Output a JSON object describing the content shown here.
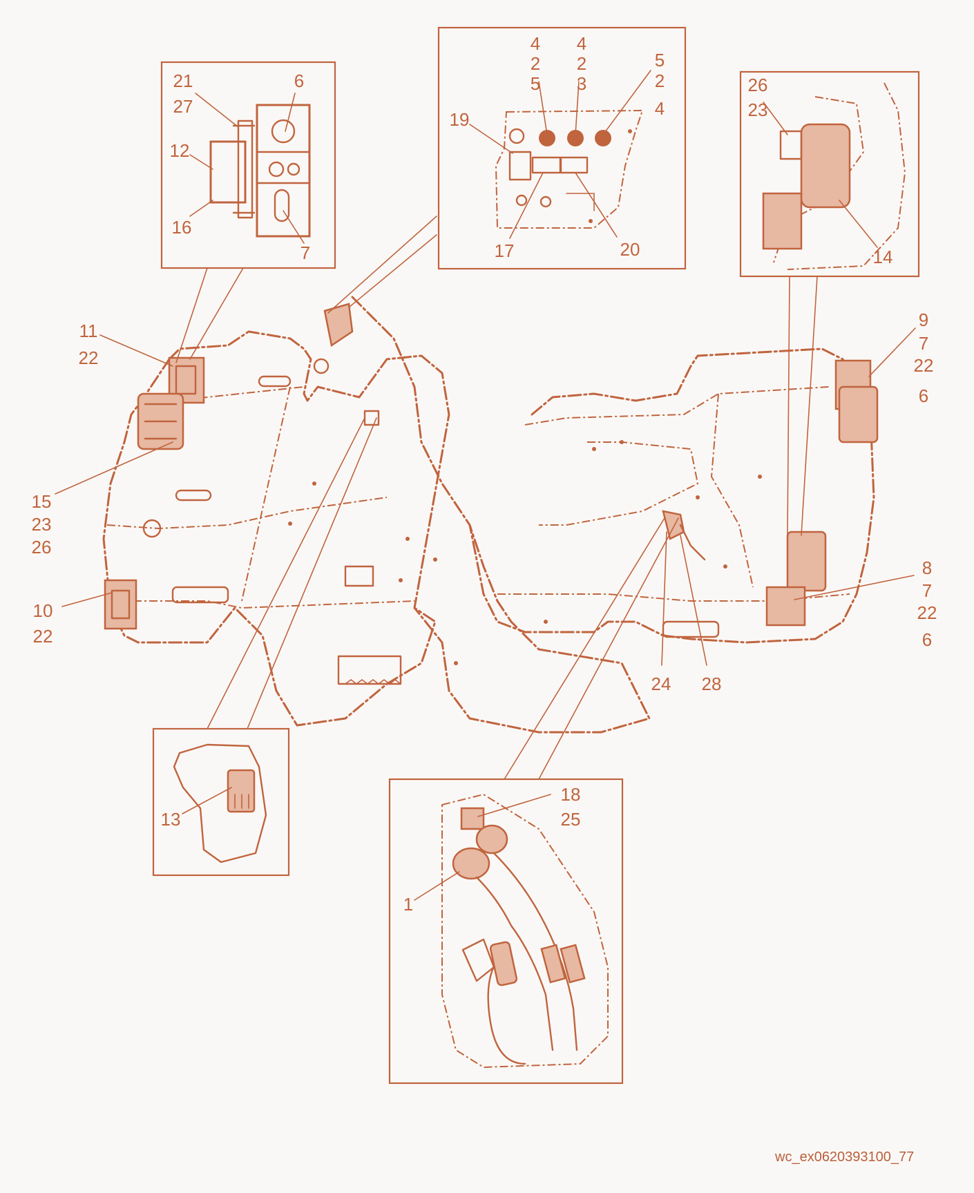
{
  "colors": {
    "line": "#c0643e",
    "background": "#faf8f6"
  },
  "diagram_code": "wc_ex0620393100_77",
  "callouts": [
    {
      "id": "c21",
      "text": "21"
    },
    {
      "id": "c27",
      "text": "27"
    },
    {
      "id": "c12",
      "text": "12"
    },
    {
      "id": "c16",
      "text": "16"
    },
    {
      "id": "c6a",
      "text": "6"
    },
    {
      "id": "c7a",
      "text": "7"
    },
    {
      "id": "c4a",
      "text": "4"
    },
    {
      "id": "c2a",
      "text": "2"
    },
    {
      "id": "c5a",
      "text": "5"
    },
    {
      "id": "c4b",
      "text": "4"
    },
    {
      "id": "c2b",
      "text": "2"
    },
    {
      "id": "c3a",
      "text": "3"
    },
    {
      "id": "c5b",
      "text": "5"
    },
    {
      "id": "c2c",
      "text": "2"
    },
    {
      "id": "c4c",
      "text": "4"
    },
    {
      "id": "c19",
      "text": "19"
    },
    {
      "id": "c17",
      "text": "17"
    },
    {
      "id": "c20",
      "text": "20"
    },
    {
      "id": "c26a",
      "text": "26"
    },
    {
      "id": "c23a",
      "text": "23"
    },
    {
      "id": "c14",
      "text": "14"
    },
    {
      "id": "c11",
      "text": "11"
    },
    {
      "id": "c22a",
      "text": "22"
    },
    {
      "id": "c9",
      "text": "9"
    },
    {
      "id": "c7b",
      "text": "7"
    },
    {
      "id": "c22b",
      "text": "22"
    },
    {
      "id": "c6b",
      "text": "6"
    },
    {
      "id": "c15",
      "text": "15"
    },
    {
      "id": "c23b",
      "text": "23"
    },
    {
      "id": "c26b",
      "text": "26"
    },
    {
      "id": "c10",
      "text": "10"
    },
    {
      "id": "c22c",
      "text": "22"
    },
    {
      "id": "c8",
      "text": "8"
    },
    {
      "id": "c7c",
      "text": "7"
    },
    {
      "id": "c22d",
      "text": "22"
    },
    {
      "id": "c6c",
      "text": "6"
    },
    {
      "id": "c24",
      "text": "24"
    },
    {
      "id": "c28",
      "text": "28"
    },
    {
      "id": "c13",
      "text": "13"
    },
    {
      "id": "c18",
      "text": "18"
    },
    {
      "id": "c25",
      "text": "25"
    },
    {
      "id": "c1",
      "text": "1"
    }
  ]
}
